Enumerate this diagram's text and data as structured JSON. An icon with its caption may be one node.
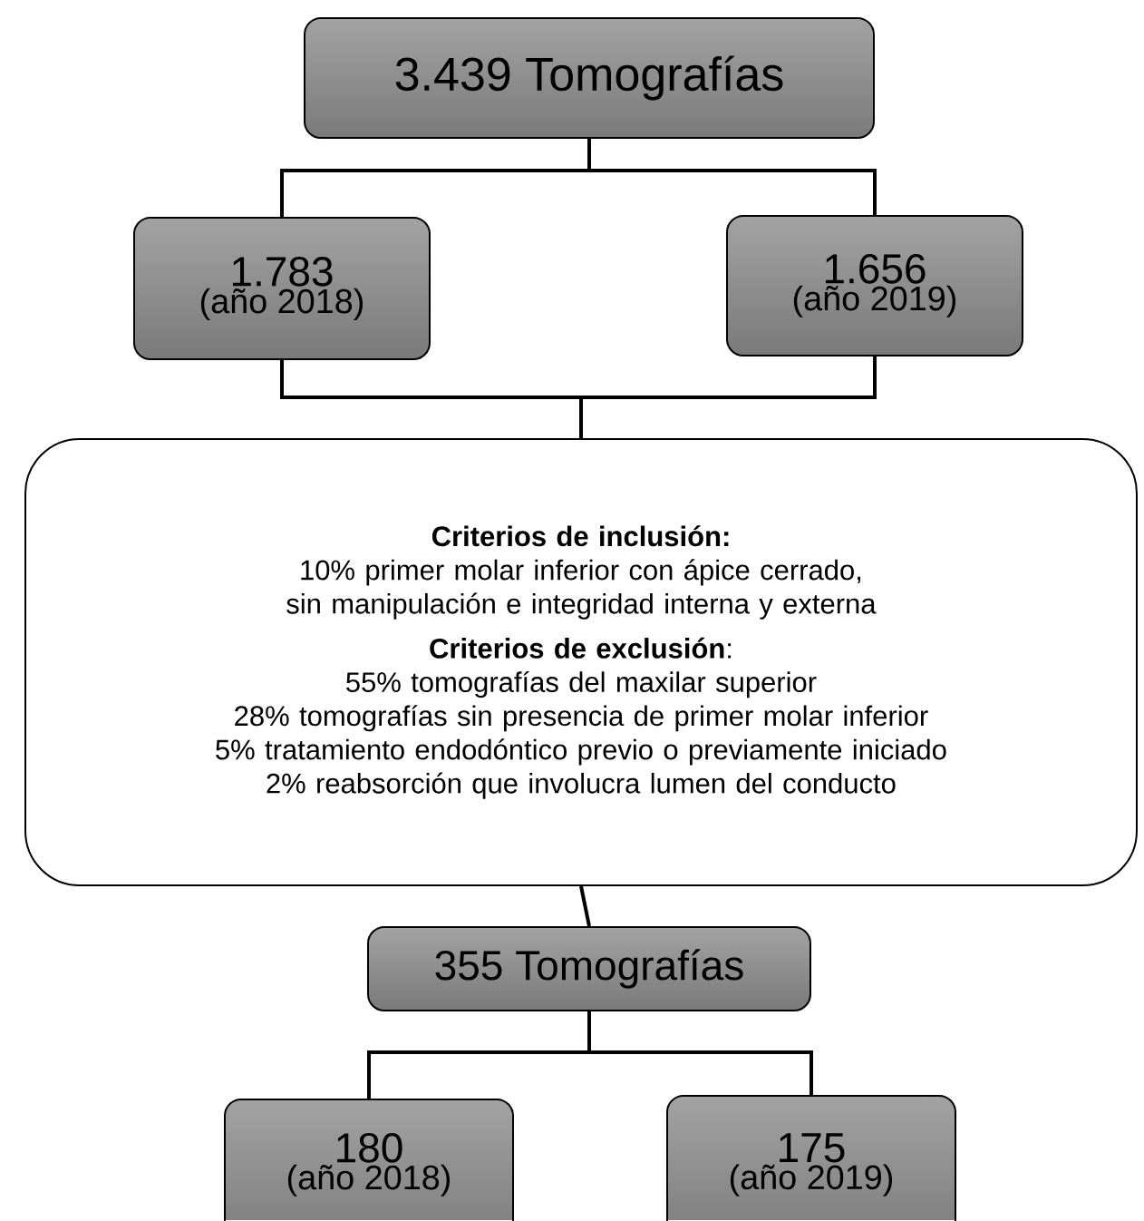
{
  "diagram": {
    "nodes": [
      {
        "text": [
          "3.439 Tomografías"
        ]
      },
      {
        "text": [
          "1.783",
          "(año 2018)"
        ]
      },
      {
        "text": [
          "1.656",
          "(año 2019)"
        ]
      },
      {
        "text": [
          "Criterios de inclusión:",
          "10% primer molar inferior con ápice cerrado, sin manipulación e integridad interna y externa",
          "**Criterios de exclusión**:",
          "55% tomografías del maxilar superior",
          "28% tomografías sin presencia de primer molar inferior",
          "5%  tratamiento endodóntico previo o previamente iniciado",
          "2% reabsorción que involucra lumen del conducto"
        ]
      },
      {
        "text": [
          "355 Tomografías"
        ]
      },
      {
        "text": [
          "180",
          "(año 2018)"
        ]
      },
      {
        "text": [
          "175",
          "(año 2019)"
        ]
      }
    ],
    "edges": [
      {
        "from": 0,
        "to": 1,
        "arrow": "none"
      },
      {
        "from": 0,
        "to": 2,
        "arrow": "none"
      },
      {
        "from": 1,
        "to": 3,
        "arrow": "none"
      },
      {
        "from": 2,
        "to": 3,
        "arrow": "none"
      },
      {
        "from": 3,
        "to": 4,
        "arrow": "none"
      },
      {
        "from": 4,
        "to": 5,
        "arrow": "none"
      },
      {
        "from": 4,
        "to": 6,
        "arrow": "none"
      }
    ]
  }
}
